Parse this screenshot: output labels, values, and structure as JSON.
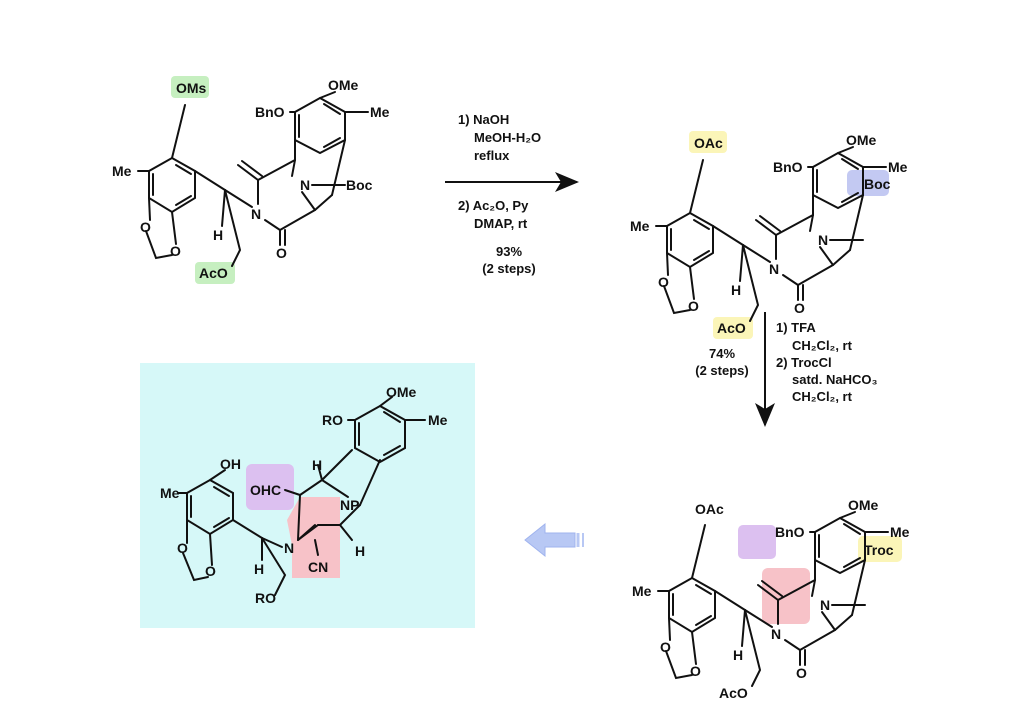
{
  "colors": {
    "green": "#c6efc0",
    "yellow": "#fbf5b8",
    "blue": "#c3c9f2",
    "purple": "#dcc0f0",
    "pink": "#f7c2c8",
    "box": "#d6f8f8",
    "arrow": "#b8c8f4"
  },
  "compound1": {
    "oms": "OMs",
    "me": "Me",
    "o1": "O",
    "o2": "O",
    "h": "H",
    "aco": "AcO",
    "n": "N",
    "o3": "O",
    "bno": "BnO",
    "ome": "OMe",
    "me2": "Me",
    "n2": "N",
    "boc": "Boc"
  },
  "step1": {
    "line1": "1) NaOH",
    "line2": "MeOH-H₂O",
    "line3": "reflux",
    "line4": "2) Ac₂O, Py",
    "line5": "DMAP, rt",
    "yield": "93%",
    "steps": "(2 steps)"
  },
  "compound2": {
    "oac": "OAc",
    "me": "Me",
    "o1": "O",
    "o2": "O",
    "h": "H",
    "aco": "AcO",
    "n": "N",
    "o3": "O",
    "bno": "BnO",
    "ome": "OMe",
    "me2": "Me",
    "n2": "N",
    "boc": "Boc"
  },
  "step2": {
    "yield": "74%",
    "steps": "(2 steps)",
    "line1": "1) TFA",
    "line2": "CH₂Cl₂, rt",
    "line3": "2) TrocCl",
    "line4": "satd. NaHCO₃",
    "line5": "CH₂Cl₂, rt"
  },
  "compound3": {
    "oac": "OAc",
    "me": "Me",
    "o1": "O",
    "o2": "O",
    "h": "H",
    "aco": "AcO",
    "n": "N",
    "o3": "O",
    "bno": "BnO",
    "ome": "OMe",
    "me2": "Me",
    "n2": "N",
    "troc": "Troc"
  },
  "target": {
    "oh": "OH",
    "me": "Me",
    "o1": "O",
    "o2": "O",
    "h": "H",
    "ro": "RO",
    "ohc": "OHC",
    "h2": "H",
    "n": "N",
    "np": "NP",
    "h3": "H",
    "cn": "CN",
    "ro2": "RO",
    "ome": "OMe",
    "me2": "Me"
  }
}
